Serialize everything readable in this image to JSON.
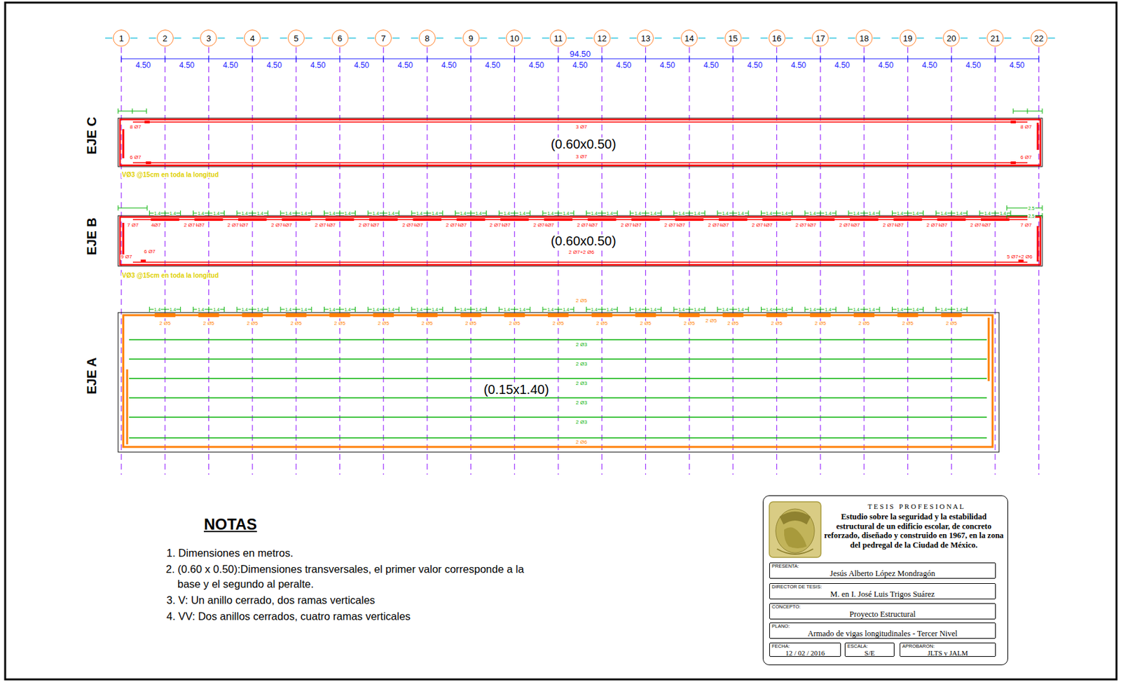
{
  "diagram": {
    "nodes": [
      {
        "text": [
          "1"
        ]
      },
      {
        "text": [
          "2"
        ]
      },
      {
        "text": [
          "3"
        ]
      },
      {
        "text": [
          "4"
        ]
      },
      {
        "text": [
          "5"
        ]
      },
      {
        "text": [
          "6"
        ]
      },
      {
        "text": [
          "7"
        ]
      },
      {
        "text": [
          "8"
        ]
      },
      {
        "text": [
          "9"
        ]
      },
      {
        "text": [
          "10"
        ]
      },
      {
        "text": [
          "11"
        ]
      },
      {
        "text": [
          "12"
        ]
      },
      {
        "text": [
          "13"
        ]
      },
      {
        "text": [
          "14"
        ]
      },
      {
        "text": [
          "15"
        ]
      },
      {
        "text": [
          "16"
        ]
      },
      {
        "text": [
          "17"
        ]
      },
      {
        "text": [
          "18"
        ]
      },
      {
        "text": [
          "19"
        ]
      },
      {
        "text": [
          "20"
        ]
      },
      {
        "text": [
          "21"
        ]
      },
      {
        "text": [
          "22"
        ]
      },
      {
        "text": [
          "(0.60x0.50)"
        ]
      },
      {
        "text": [
          "(0.60x0.50)"
        ]
      },
      {
        "text": [
          "(0.15x1.40)"
        ]
      },
      {
        "text": [
          "T E S I S   P R O F E S I O N A L",
          "Estudio sobre la seguridad y la estabilidad estructural de un edificio escolar, de concreto reforzado, diseñado y construido en 1967, en la zona del pedregal de la Ciudad de México."
        ]
      },
      {
        "text": [
          "PRESENTA:",
          "Jesús Alberto López Mondragón"
        ],
        "in": 25
      },
      {
        "text": [
          "DIRECTOR DE TESIS:",
          "M. en I. José Luis Trigos Suárez"
        ],
        "in": 25
      },
      {
        "text": [
          "CONCEPTO:",
          "Proyecto Estructural"
        ],
        "in": 25
      },
      {
        "text": [
          "PLANO:",
          "Armado de vigas longitudinales - Tercer Nivel"
        ],
        "in": 25
      },
      {
        "text": [
          "FECHA:",
          "12 / 02 / 2016"
        ],
        "in": 25
      },
      {
        "text": [
          "ESCALA:",
          "S/E"
        ],
        "in": 25
      },
      {
        "text": [
          "APROBARON:",
          "JLTS y JALM"
        ],
        "in": 25
      }
    ],
    "labels": [
      "94.50",
      "4.50",
      "4.50",
      "4.50",
      "4.50",
      "4.50",
      "4.50",
      "4.50",
      "4.50",
      "4.50",
      "4.50",
      "4.50",
      "4.50",
      "4.50",
      "4.50",
      "4.50",
      "4.50",
      "4.50",
      "4.50",
      "4.50",
      "4.50",
      "4.50",
      "EJE C",
      "EJE B",
      "EJE A",
      "8 Ø7",
      "6 Ø7",
      "3 Ø7",
      "3 Ø7",
      "8 Ø7",
      "6 Ø7",
      "VØ3 @15cm en toda la longitud",
      "7 Ø7",
      "4Ø7",
      "4Ø7",
      "4Ø7",
      "4Ø7",
      "4Ø7",
      "4Ø7",
      "4Ø7",
      "4Ø7",
      "4Ø7",
      "4Ø7",
      "4Ø7",
      "4Ø7",
      "4Ø7",
      "4Ø7",
      "4Ø7",
      "4Ø7",
      "4Ø7",
      "4Ø7",
      "4Ø7",
      "4Ø7",
      "2 Ø7",
      "2 Ø7",
      "2 Ø7",
      "2 Ø7",
      "2 Ø7",
      "2 Ø7",
      "2 Ø7",
      "2 Ø7",
      "2 Ø7",
      "2 Ø7",
      "2 Ø7",
      "2 Ø7",
      "2 Ø7",
      "2 Ø7",
      "2 Ø7",
      "2 Ø7",
      "2 Ø7",
      "2 Ø7",
      "2 Ø7",
      "7 Ø7",
      "9 Ø7",
      "6 Ø7",
      "2 Ø7+2 Ø6",
      "5 Ø7+2 Ø6",
      "1.4",
      "1.4",
      "1.4",
      "1.4",
      "1.4",
      "1.4",
      "1.4",
      "1.4",
      "1.4",
      "1.4",
      "1.4",
      "1.4",
      "1.4",
      "1.4",
      "1.4",
      "1.4",
      "1.4",
      "1.4",
      "1.4",
      "1.4",
      "1.4",
      "1.4",
      "1.4",
      "1.4",
      "1.4",
      "1.4",
      "1.4",
      "1.4",
      "1.4",
      "1.4",
      "1.4",
      "1.4",
      "1.4",
      "1.4",
      "1.4",
      "1.4",
      "1.4",
      "1.4",
      "1.4",
      "1.4",
      "2.5",
      "2.5",
      "VØ3 @15cm en toda la longitud",
      "2 Ø5",
      "2 Ø5",
      "2 Ø5",
      "2 Ø5",
      "2 Ø5",
      "2 Ø5",
      "2 Ø5",
      "2 Ø5",
      "2 Ø5",
      "2 Ø5",
      "2 Ø5",
      "2 Ø5",
      "2 Ø5",
      "2 Ø5",
      "2 Ø5",
      "2 Ø5",
      "2 Ø5",
      "2 Ø5",
      "2 Ø5",
      "2 Ø5",
      "2 Ø5",
      "1.4",
      "1.4",
      "1.4",
      "1.4",
      "1.4",
      "1.4",
      "1.4",
      "1.4",
      "1.4",
      "1.4",
      "1.4",
      "1.4",
      "1.4",
      "1.4",
      "1.4",
      "1.4",
      "1.4",
      "1.4",
      "1.4",
      "1.4",
      "1.4",
      "1.4",
      "1.4",
      "1.4",
      "1.4",
      "1.4",
      "1.4",
      "1.4",
      "1.4",
      "1.4",
      "1.4",
      "1.4",
      "1.4",
      "1.4",
      "1.4",
      "1.4",
      "1.4",
      "1.4",
      "2 Ø3",
      "2 Ø3",
      "2 Ø3",
      "2 Ø3",
      "2 Ø3",
      "2 Ø6",
      "NOTAS",
      "1. Dimensiones en metros.",
      "2. (0.60 x 0.50):Dimensiones transversales, el primer valor corresponde a la base y el segundo al peralte.",
      "3. V: Un anillo cerrado, dos ramas verticales",
      "4. VV: Dos anillos cerrados, cuatro ramas verticales"
    ]
  }
}
